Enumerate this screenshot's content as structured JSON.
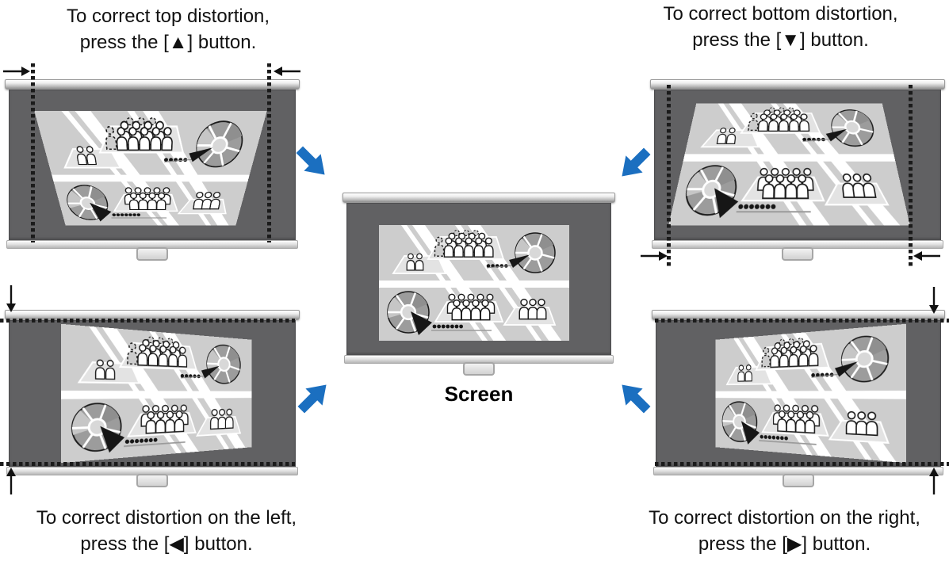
{
  "figure": {
    "center_label": "Screen",
    "accent_color": "#1b6fc0",
    "guide_line_color": "#1b1b1b",
    "screen_surface_color": "#616163",
    "panels": [
      {
        "position": "top-left",
        "caption_line1": "To correct top distortion,",
        "caption_line2": "press the [▲] button.",
        "button_glyph": "▲",
        "distortion": "top-edge-too-wide",
        "blue_arrow": "points-down-right-toward-center"
      },
      {
        "position": "top-right",
        "caption_line1": "To correct bottom distortion,",
        "caption_line2": "press the [▼] button.",
        "button_glyph": "▼",
        "distortion": "bottom-edge-too-wide",
        "blue_arrow": "points-down-left-toward-center"
      },
      {
        "position": "bottom-left",
        "caption_line1": "To correct distortion on the left,",
        "caption_line2": "press the [◀] button.",
        "button_glyph": "◀",
        "distortion": "left-edge-too-tall",
        "blue_arrow": "points-up-right-toward-center"
      },
      {
        "position": "bottom-right",
        "caption_line1": "To correct distortion on the right,",
        "caption_line2": "press the [▶] button.",
        "button_glyph": "▶",
        "distortion": "right-edge-too-tall",
        "blue_arrow": "points-up-left-toward-center"
      }
    ]
  }
}
